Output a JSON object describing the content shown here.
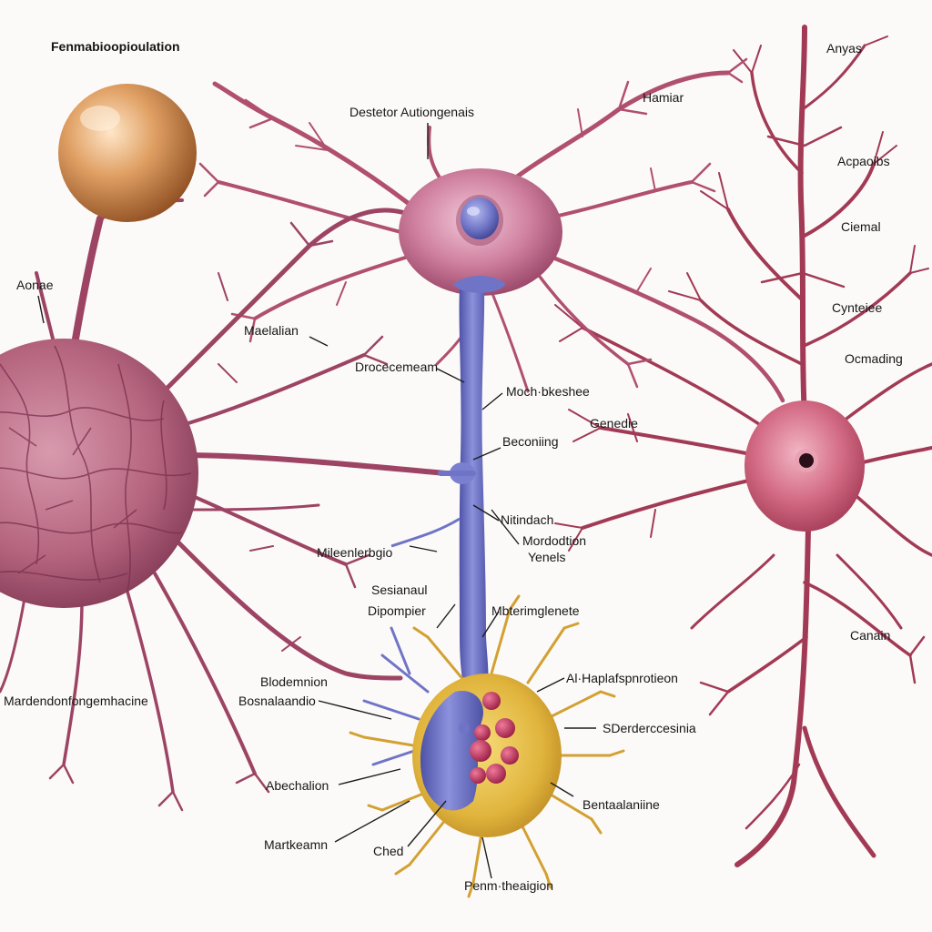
{
  "title": "Fenmabioopioulation",
  "labels": {
    "destector": "Destetor Autiongenais",
    "hamiar": "Hamiar",
    "anyas": "Anyas",
    "acpaoibs": "Acpaoibs",
    "ciemal": "Ciemal",
    "cynteiee": "Cynteiee",
    "ocmading": "Ocmading",
    "aonae": "Aonae",
    "maelalian": "Maelalian",
    "drocecemeam": "Drocecemeam",
    "mochbkeshee": "Moch·bkeshee",
    "genedie": "Genedie",
    "beconiing": "Beconiing",
    "nitindach": "Nitindach",
    "mordodtion": "Mordodtion",
    "yenels": "Yenels",
    "mileenlerbgio": "Mileenlerbgio",
    "sesianaul": "Sesianaul",
    "dipompier": "Dipompier",
    "mbterimglenete": "Mbterimglenete",
    "canain": "Canain",
    "blodemion": "Blodemnion",
    "bosnalaandio": "Bosnalaandio",
    "mardendon": "Mardendonfongemhacine",
    "ahaplaf": "Al·Haplafspnrotieon",
    "sderderc": "SDerderccesinia",
    "abechalion": "Abechalion",
    "bentaalaniine": "Bentaalaniine",
    "martkeamn": "Martkeamn",
    "ched": "Ched",
    "penmtheaigion": "Penm·theaigion"
  },
  "colors": {
    "background": "#fbfaf8",
    "neuron_pink": "#b8567a",
    "dendrite_red": "#a23a55",
    "axon_blue": "#6f74c6",
    "glia_yellow": "#e0b43c",
    "sphere_orange": "#d08848",
    "nucleus_blue": "#5d63b8",
    "granule_magenta": "#b0244f"
  }
}
